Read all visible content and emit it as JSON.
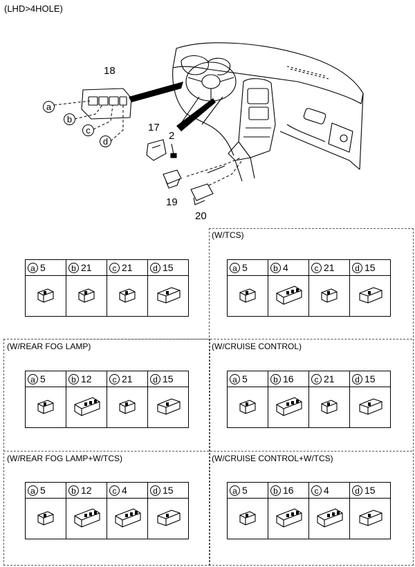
{
  "header": {
    "label": "(LHD>4HOLE)"
  },
  "diagram": {
    "callouts": {
      "p18": "18",
      "p17": "17",
      "p2": "2",
      "p19": "19",
      "p20": "20",
      "a": "a",
      "b": "b",
      "c": "c",
      "d": "d"
    }
  },
  "panels": [
    {
      "title": "",
      "cells": [
        {
          "letter": "a",
          "num": "5"
        },
        {
          "letter": "b",
          "num": "21"
        },
        {
          "letter": "c",
          "num": "21"
        },
        {
          "letter": "d",
          "num": "15"
        }
      ]
    },
    {
      "title": "(W/TCS)",
      "cells": [
        {
          "letter": "a",
          "num": "5"
        },
        {
          "letter": "b",
          "num": "4"
        },
        {
          "letter": "c",
          "num": "21"
        },
        {
          "letter": "d",
          "num": "15"
        }
      ]
    },
    {
      "title": "(W/REAR FOG LAMP)",
      "cells": [
        {
          "letter": "a",
          "num": "5"
        },
        {
          "letter": "b",
          "num": "12"
        },
        {
          "letter": "c",
          "num": "21"
        },
        {
          "letter": "d",
          "num": "15"
        }
      ]
    },
    {
      "title": "(W/CRUISE CONTROL)",
      "cells": [
        {
          "letter": "a",
          "num": "5"
        },
        {
          "letter": "b",
          "num": "16"
        },
        {
          "letter": "c",
          "num": "21"
        },
        {
          "letter": "d",
          "num": "15"
        }
      ]
    },
    {
      "title": "(W/REAR FOG LAMP+W/TCS)",
      "cells": [
        {
          "letter": "a",
          "num": "5"
        },
        {
          "letter": "b",
          "num": "12"
        },
        {
          "letter": "c",
          "num": "4"
        },
        {
          "letter": "d",
          "num": "15"
        }
      ]
    },
    {
      "title": "(W/CRUISE CONTROL+W/TCS)",
      "cells": [
        {
          "letter": "a",
          "num": "5"
        },
        {
          "letter": "b",
          "num": "16"
        },
        {
          "letter": "c",
          "num": "4"
        },
        {
          "letter": "d",
          "num": "15"
        }
      ]
    }
  ]
}
